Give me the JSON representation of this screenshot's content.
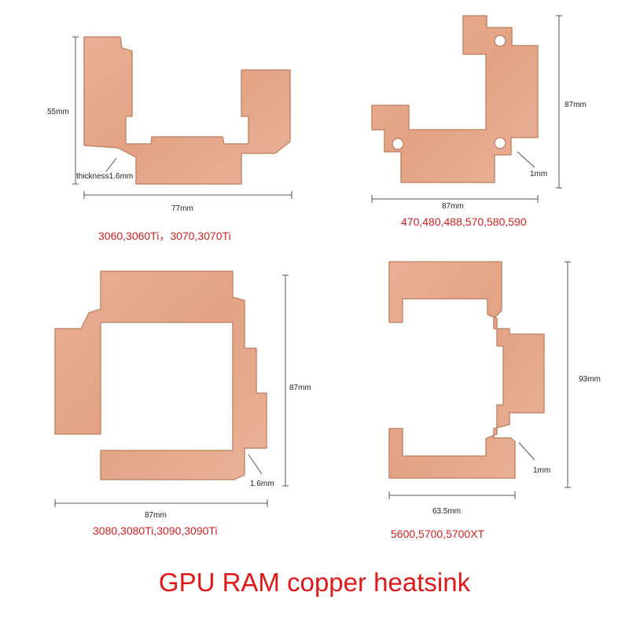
{
  "title": "GPU RAM copper heatsink",
  "colors": {
    "copper": "#e8a98a",
    "copper_edge": "#c98a6c",
    "model_text": "#d42020",
    "title_text": "#e01818"
  },
  "products": [
    {
      "models": "3060,3060Ti，3070,3070Ti",
      "height": "55mm",
      "width": "77mm",
      "thickness": "thickness1.6mm"
    },
    {
      "models": "470,480,488,570,580,590",
      "height": "87mm",
      "width": "87mm",
      "thickness": "1mm"
    },
    {
      "models": "3080,3080Ti,3090,3090Ti",
      "height": "87mm",
      "width": "87mm",
      "thickness": "1.6mm"
    },
    {
      "models": "5600,5700,5700XT",
      "height": "93mm",
      "width": "63.5mm",
      "thickness": "1mm"
    }
  ]
}
